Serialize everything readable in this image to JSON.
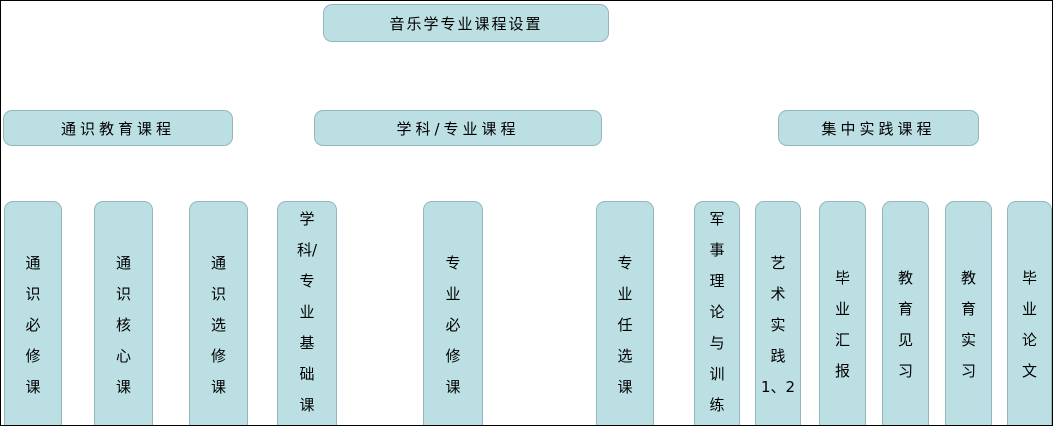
{
  "colors": {
    "box_fill": "#BCDFE4",
    "box_border": "#95B6BC",
    "text": "#000000",
    "frame": "#000000",
    "background": "#FFFFFF"
  },
  "nodes": {
    "root": {
      "label": "音乐学专业课程设置"
    },
    "groups": [
      {
        "label": "通识教育课程"
      },
      {
        "label": "学科/专业课程"
      },
      {
        "label": "集中实践课程"
      }
    ],
    "leaves": [
      {
        "label": "通识必修课",
        "group": "通识教育课程",
        "vertical_text": "通\n识\n必\n修\n课"
      },
      {
        "label": "通识核心课",
        "group": "通识教育课程",
        "vertical_text": "通\n识\n核\n心\n课"
      },
      {
        "label": "通识选修课",
        "group": "通识教育课程",
        "vertical_text": "通\n识\n选\n修\n课"
      },
      {
        "label": "学科/专业基础课",
        "group": "学科/专业课程",
        "vertical_text": "学\n科/\n专\n业\n基\n础\n课"
      },
      {
        "label": "专业必修课",
        "group": "学科/专业课程",
        "vertical_text": "专\n业\n必\n修\n课"
      },
      {
        "label": "专业任选课",
        "group": "学科/专业课程",
        "vertical_text": "专\n业\n任\n选\n课"
      },
      {
        "label": "军事理论与训练",
        "group": "集中实践课程",
        "vertical_text": "军\n事\n理\n论\n与\n训\n练"
      },
      {
        "label": "艺术实践1、2",
        "group": "集中实践课程",
        "vertical_text": "艺\n术\n实\n践\n1、2"
      },
      {
        "label": "毕业汇报",
        "group": "集中实践课程",
        "vertical_text": "毕\n业\n汇\n报"
      },
      {
        "label": "教育见习",
        "group": "集中实践课程",
        "vertical_text": "教\n育\n见\n习"
      },
      {
        "label": "教育实习",
        "group": "集中实践课程",
        "vertical_text": "教\n育\n实\n习"
      },
      {
        "label": "毕业论文",
        "group": "集中实践课程",
        "vertical_text": "毕\n业\n论\n文"
      }
    ]
  }
}
